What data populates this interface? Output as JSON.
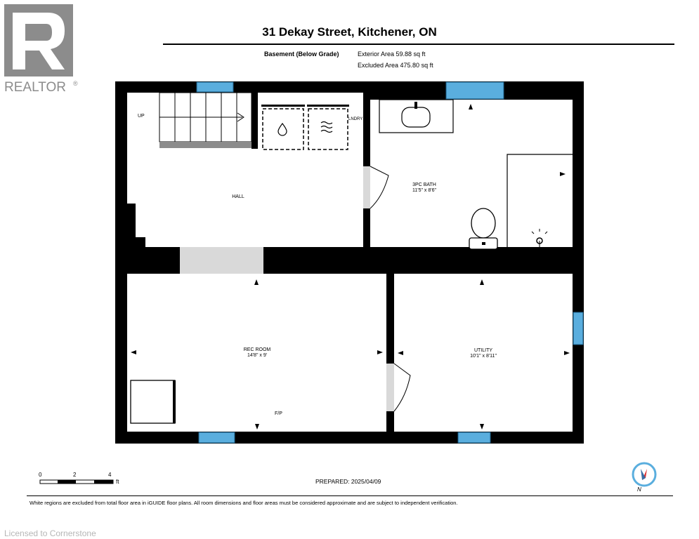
{
  "header": {
    "title": "31 Dekay Street, Kitchener, ON",
    "level_label": "Basement (Below Grade)",
    "exterior_area": "Exterior Area 59.88 sq ft",
    "excluded_area": "Excluded Area 475.80 sq ft"
  },
  "logo": {
    "text": "REALTOR",
    "registered": "®"
  },
  "rooms": {
    "hall": {
      "name": "HALL"
    },
    "stairs_up": {
      "name": "UP"
    },
    "laundry": {
      "name": "LNDRY"
    },
    "bath": {
      "name": "3PC BATH",
      "dims": "11'5\" x 8'6\""
    },
    "rec_room": {
      "name": "REC ROOM",
      "dims": "14'8\" x 9'"
    },
    "fireplace": {
      "name": "F/P"
    },
    "utility": {
      "name": "UTILITY",
      "dims": "10'1\" x 8'11\""
    }
  },
  "scale_bar": {
    "ticks": [
      "0",
      "2",
      "4"
    ],
    "unit": "ft"
  },
  "compass": {
    "label": "N"
  },
  "footer": {
    "prepared": "PREPARED: 2025/04/09",
    "disclaimer": "White regions are excluded from total floor area in iGUIDE floor plans. All room dimensions and floor areas must be considered approximate and are subject to independent verification.",
    "watermark": "Licensed to Cornerstone"
  },
  "colors": {
    "wall": "#000000",
    "window": "#5aaede",
    "door_opening": "#d9d9d9",
    "watermark": "#b6b6b6"
  }
}
